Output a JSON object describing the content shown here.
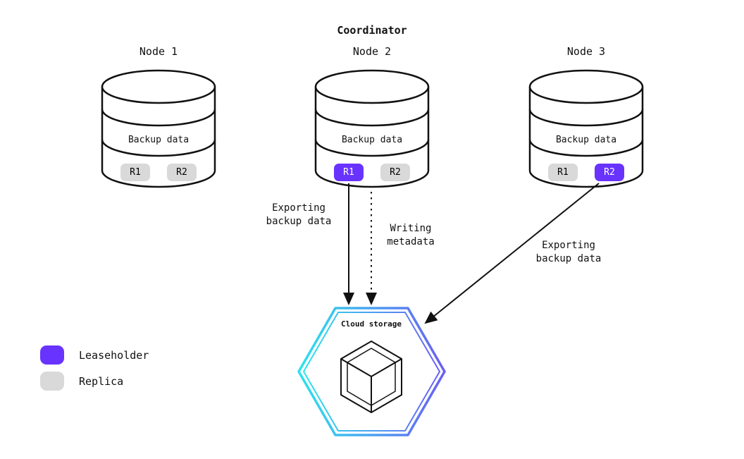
{
  "title": "Coordinator",
  "nodes": [
    {
      "label": "Node 1",
      "band_label": "Backup data",
      "replicas": [
        {
          "label": "R1",
          "type": "replica"
        },
        {
          "label": "R2",
          "type": "replica"
        }
      ]
    },
    {
      "label": "Node 2",
      "band_label": "Backup data",
      "replicas": [
        {
          "label": "R1",
          "type": "leaseholder"
        },
        {
          "label": "R2",
          "type": "replica"
        }
      ]
    },
    {
      "label": "Node 3",
      "band_label": "Backup data",
      "replicas": [
        {
          "label": "R1",
          "type": "replica"
        },
        {
          "label": "R2",
          "type": "leaseholder"
        }
      ]
    }
  ],
  "arrows": [
    {
      "line1": "Exporting",
      "line2": "backup data",
      "style": "solid",
      "from": "node-2-r1",
      "to": "cloud-storage"
    },
    {
      "line1": "Writing",
      "line2": "metadata",
      "style": "dashed",
      "from": "node-2",
      "to": "cloud-storage"
    },
    {
      "line1": "Exporting",
      "line2": "backup data",
      "style": "solid",
      "from": "node-3-r2",
      "to": "cloud-storage"
    }
  ],
  "cloud": {
    "label": "Cloud storage",
    "icon": "cube-icon"
  },
  "legend": {
    "items": [
      {
        "label": "Leaseholder",
        "color": "#6933FF"
      },
      {
        "label": "Replica",
        "color": "#D9D9D9"
      }
    ]
  },
  "colors": {
    "leaseholder": "#6933FF",
    "replica": "#D9D9D9",
    "stroke": "#111111",
    "hex_gradient_start": "#2CE3EC",
    "hex_gradient_end": "#6A5FF4"
  }
}
